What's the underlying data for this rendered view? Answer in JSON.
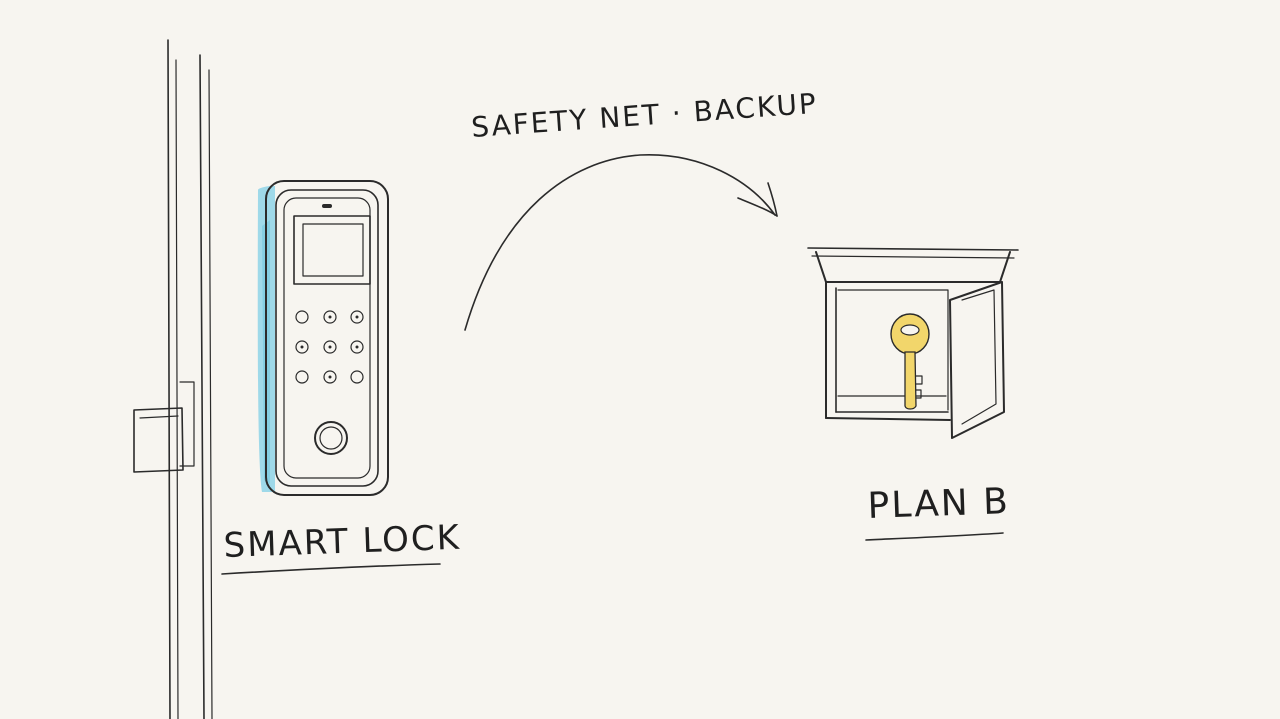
{
  "labels": {
    "caption": "SAFETY NET · BACKUP",
    "smart_lock": "SMART LOCK",
    "plan_b": "PLAN B"
  },
  "colors": {
    "ink": "#2b2b2b",
    "paper": "#f7f5f0",
    "lock_highlight": "#8fd3e8",
    "key_fill": "#f2d66b"
  },
  "icons": {
    "lock": "smart-lock-keypad-icon",
    "key": "key-icon",
    "box": "key-lockbox-icon",
    "arrow": "curved-arrow-icon"
  }
}
